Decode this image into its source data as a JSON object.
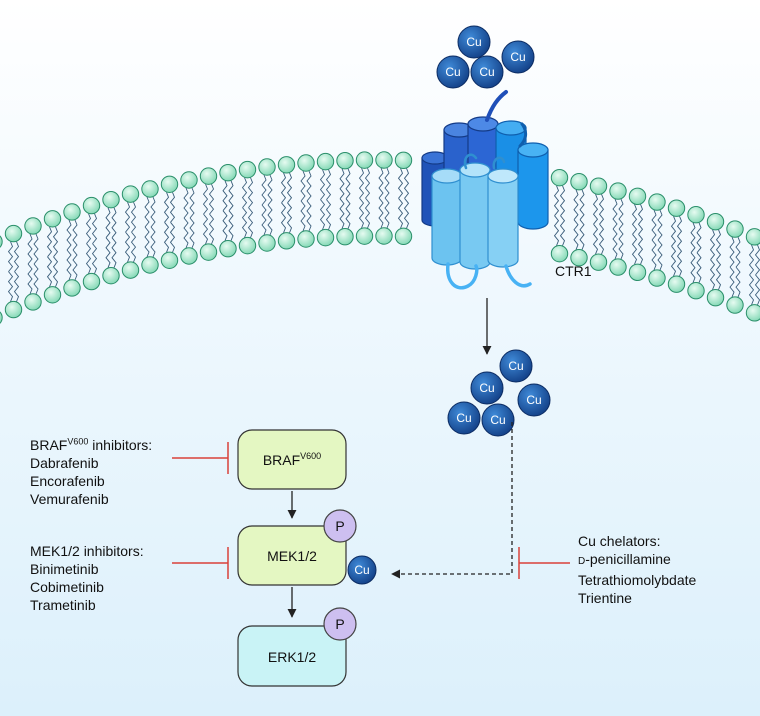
{
  "colors": {
    "background_top": "#ffffff",
    "background_bottom": "#dff0fb",
    "lipid_head": "#aee8cf",
    "lipid_outline": "#2a8f6a",
    "cu_ion": "#1f5fb0",
    "braf_fill": "#e4f7c2",
    "mek_fill": "#e4f7c2",
    "erk_fill": "#c9f3f6",
    "phospho": "#cdbff0",
    "inhibition": "#d9413a"
  },
  "transporter": {
    "label": "CTR1"
  },
  "ions": {
    "cu": "Cu"
  },
  "cascade": {
    "braf": {
      "base": "BRAF",
      "sup": "V600"
    },
    "mek": "MEK1/2",
    "erk": "ERK1/2",
    "phospho_label": "P"
  },
  "braf_inhibitors": {
    "title_base": "BRAF",
    "title_sup": "V600",
    "title_suffix": " inhibitors:",
    "drugs": [
      "Dabrafenib",
      "Encorafenib",
      "Vemurafenib"
    ]
  },
  "mek_inhibitors": {
    "title": "MEK1/2 inhibitors:",
    "drugs": [
      "Binimetinib",
      "Cobimetinib",
      "Trametinib"
    ]
  },
  "cu_chelators": {
    "title": "Cu chelators:",
    "drug1_prefix": "D",
    "drug1_rest": "-penicillamine",
    "drugs": [
      "Tetrathiomolybdate",
      "Trientine"
    ]
  }
}
